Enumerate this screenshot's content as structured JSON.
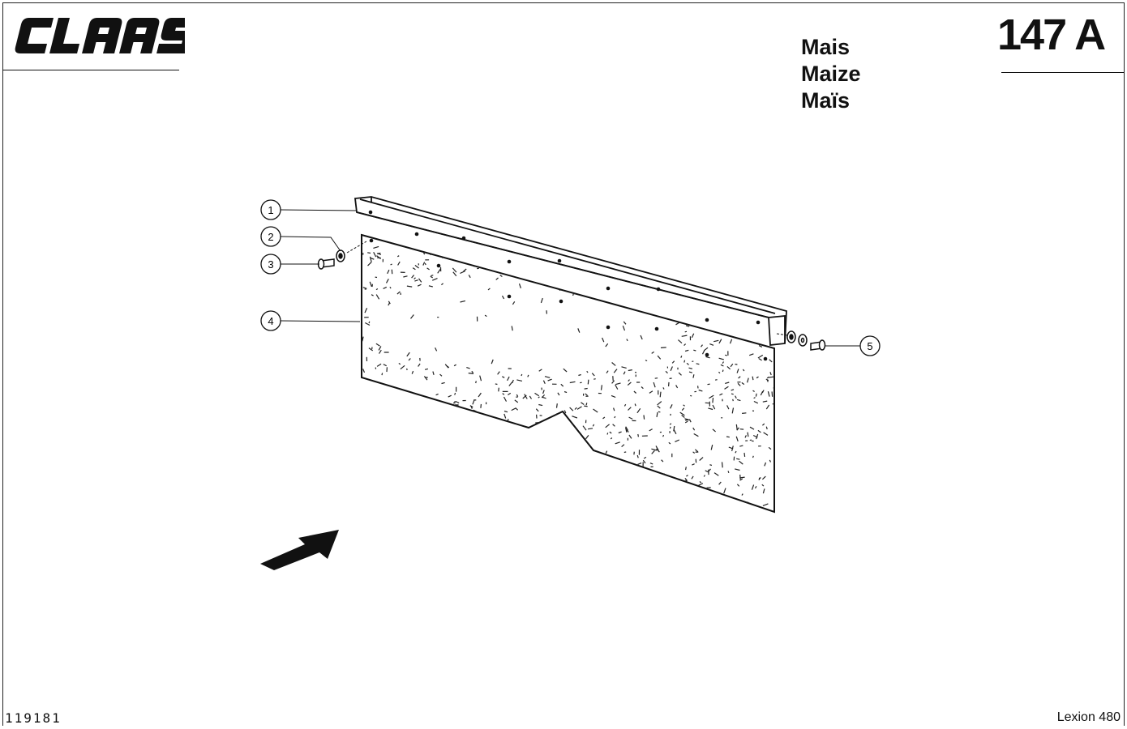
{
  "header": {
    "brand": "CLAAS",
    "page_number": "147 A",
    "title_lines": [
      "Mais",
      "Maize",
      "Maïs"
    ]
  },
  "diagram": {
    "callouts": [
      "1",
      "2",
      "3",
      "4",
      "5"
    ]
  },
  "footer": {
    "doc_number": "119181",
    "model": "Lexion 480"
  }
}
